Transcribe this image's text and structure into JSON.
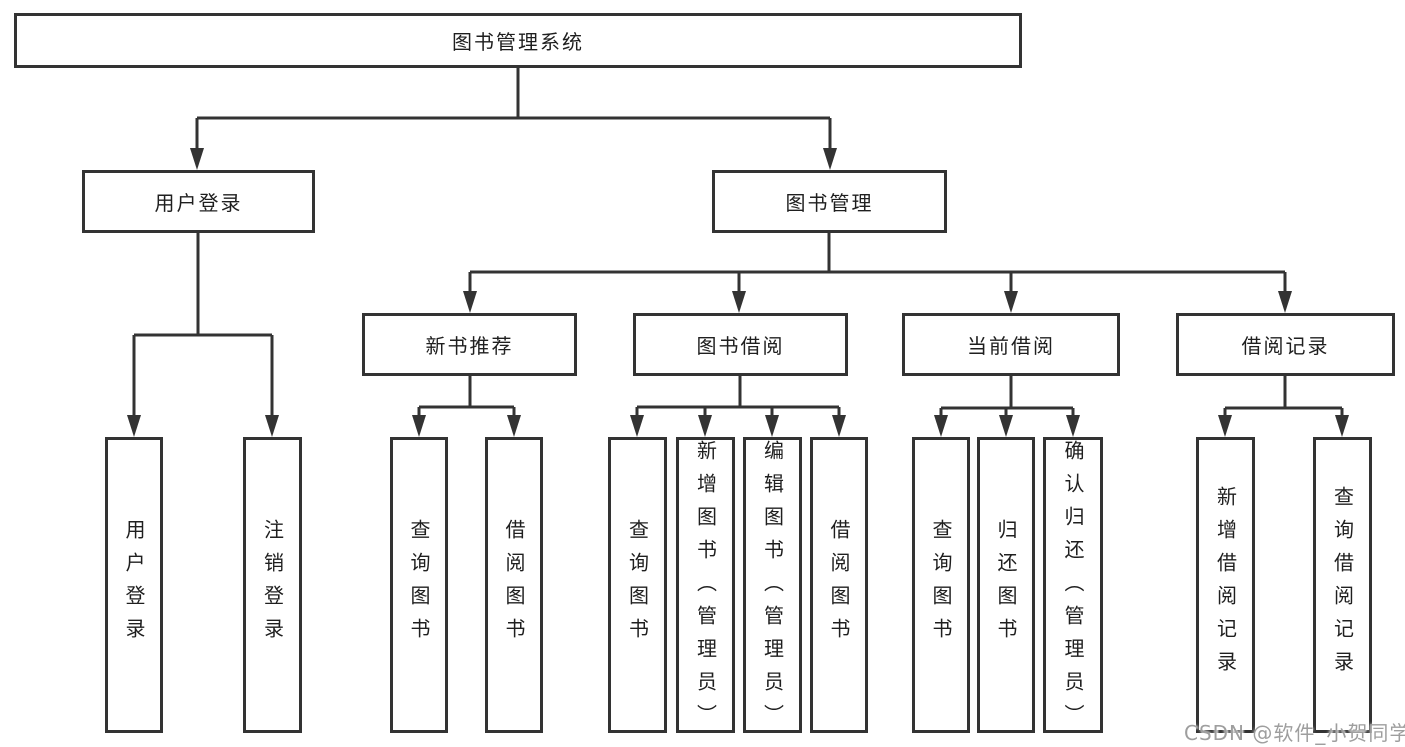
{
  "diagram": {
    "root": {
      "label": "图书管理系统"
    },
    "level2": [
      {
        "label": "用户登录"
      },
      {
        "label": "图书管理"
      }
    ],
    "level3": [
      {
        "label": "新书推荐"
      },
      {
        "label": "图书借阅"
      },
      {
        "label": "当前借阅"
      },
      {
        "label": "借阅记录"
      }
    ],
    "leaves": {
      "login": [
        "用户登录",
        "注销登录"
      ],
      "newbook": [
        "查询图书",
        "借阅图书"
      ],
      "borrow": [
        "查询图书",
        "新增图书（管理员）",
        "编辑图书（管理员）",
        "借阅图书"
      ],
      "current": [
        "查询图书",
        "归还图书",
        "确认归还（管理员）"
      ],
      "records": [
        "新增借阅记录",
        "查询借阅记录"
      ]
    }
  },
  "watermark": {
    "text": "CSDN @软件_小贺同学"
  },
  "colors": {
    "line": "#333333",
    "box_border": "#333333",
    "text": "#1f1f1f",
    "watermark": "#9e9e9e",
    "background": "#ffffff"
  }
}
